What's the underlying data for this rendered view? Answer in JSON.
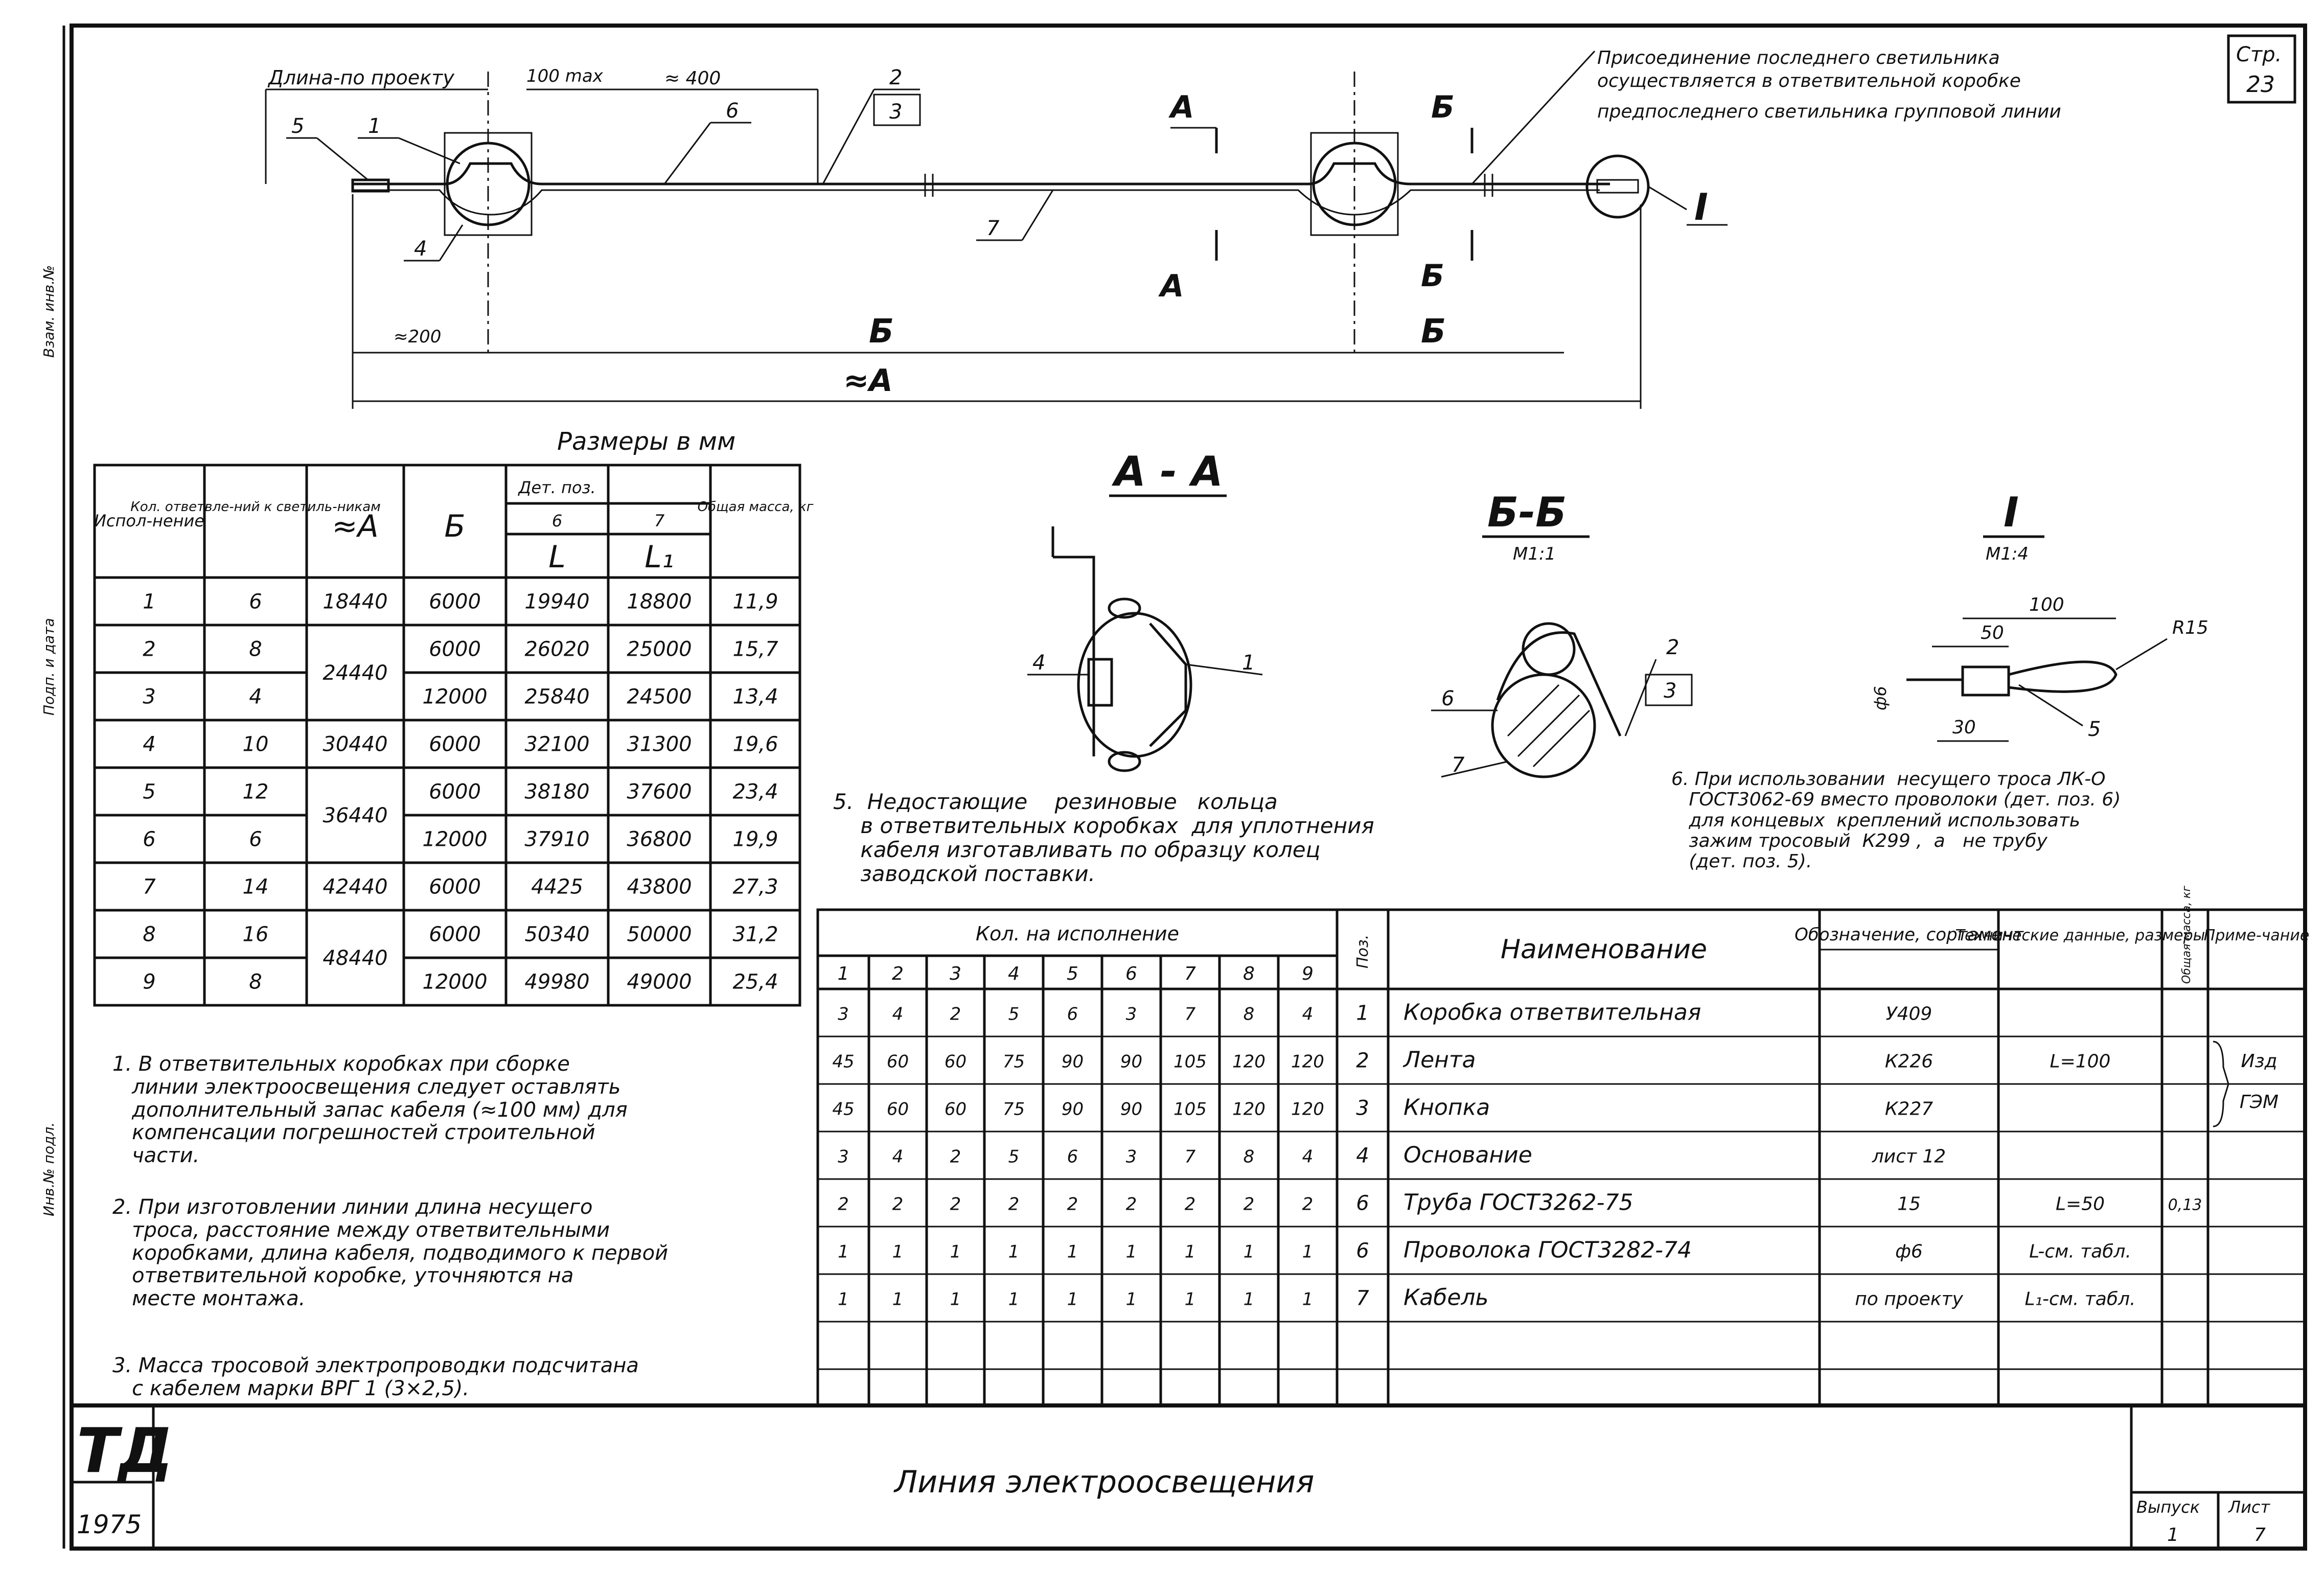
{
  "sheet": {
    "page_label": "Стр.",
    "page_number": "23",
    "title": "Линия   электроосвещения",
    "stamp": "ТД",
    "year": "1975",
    "issue_label": "Выпуск",
    "issue_value": "1",
    "sheet_label": "Лист",
    "sheet_value": "7"
  },
  "side_margin": [
    "Инв.№ подл.",
    "Подп. и дата",
    "Взам. инв.№"
  ],
  "main_view": {
    "label_length": "Длина-по проекту",
    "dim_100max": "100 max",
    "dim_400": "≈ 400",
    "dim_200": "≈200",
    "dim_B": "Б",
    "dim_A": "≈А",
    "section_A": "А",
    "section_B": "Б",
    "detail_I": "I",
    "pos": [
      "5",
      "1",
      "4",
      "2",
      "3",
      "6",
      "7"
    ],
    "note_top": [
      "Присоединение последнего светильника",
      "осуществляется в ответвительной коробке",
      "предпоследнего светильника групповой линии"
    ]
  },
  "sections": {
    "aa_title": "А - А",
    "bb_title": "Б-Б",
    "bb_scale": "М1:1",
    "i_title": "I",
    "i_scale": "М1:4",
    "aa_pos": [
      "4",
      "1"
    ],
    "bb_pos": [
      "6",
      "2",
      "3",
      "7"
    ],
    "i_dims": [
      "100",
      "50",
      "R15",
      "ф6",
      "30",
      "5"
    ]
  },
  "size_table": {
    "caption": "Размеры в мм",
    "headers": [
      "Испол-нение",
      "Кол. ответвле-ний к светиль-никам",
      "≈А",
      "Б",
      "Дет. поз.",
      "6",
      "7",
      "L",
      "L₁",
      "Общая масса, кг"
    ],
    "rows": [
      [
        "1",
        "6",
        "18440",
        "6000",
        "19940",
        "18800",
        "11,9"
      ],
      [
        "2",
        "8",
        "24440",
        "6000",
        "26020",
        "25000",
        "15,7"
      ],
      [
        "3",
        "4",
        "",
        "12000",
        "25840",
        "24500",
        "13,4"
      ],
      [
        "4",
        "10",
        "30440",
        "6000",
        "32100",
        "31300",
        "19,6"
      ],
      [
        "5",
        "12",
        "36440",
        "6000",
        "38180",
        "37600",
        "23,4"
      ],
      [
        "6",
        "6",
        "",
        "12000",
        "37910",
        "36800",
        "19,9"
      ],
      [
        "7",
        "14",
        "42440",
        "6000",
        "4425",
        "43800",
        "27,3"
      ],
      [
        "8",
        "16",
        "48440",
        "6000",
        "50340",
        "50000",
        "31,2"
      ],
      [
        "9",
        "8",
        "",
        "12000",
        "49980",
        "49000",
        "25,4"
      ]
    ]
  },
  "spec_table": {
    "head_qty": "Кол. на исполнение",
    "cols": [
      "1",
      "2",
      "3",
      "4",
      "5",
      "6",
      "7",
      "8",
      "9"
    ],
    "head_pos": "Поз.",
    "head_name": "Наименование",
    "head_mark": "Обозначение, сортамент",
    "head_tech": "Технические данные, размеры",
    "head_mass": "Общая масса, кг",
    "head_note": "Приме-чание",
    "rows": [
      {
        "q": [
          "3",
          "4",
          "2",
          "5",
          "6",
          "3",
          "7",
          "8",
          "4"
        ],
        "pos": "1",
        "name": "Коробка  ответвительная",
        "mark": "У409",
        "tech": "",
        "mass": ""
      },
      {
        "q": [
          "45",
          "60",
          "60",
          "75",
          "90",
          "90",
          "105",
          "120",
          "120"
        ],
        "pos": "2",
        "name": "Лента",
        "mark": "К226",
        "tech": "L=100",
        "mass": ""
      },
      {
        "q": [
          "45",
          "60",
          "60",
          "75",
          "90",
          "90",
          "105",
          "120",
          "120"
        ],
        "pos": "3",
        "name": "Кнопка",
        "mark": "К227",
        "tech": "",
        "mass": ""
      },
      {
        "q": [
          "3",
          "4",
          "2",
          "5",
          "6",
          "3",
          "7",
          "8",
          "4"
        ],
        "pos": "4",
        "name": "Основание",
        "mark": "лист 12",
        "tech": "",
        "mass": ""
      },
      {
        "q": [
          "2",
          "2",
          "2",
          "2",
          "2",
          "2",
          "2",
          "2",
          "2"
        ],
        "pos": "6",
        "name": "Труба ГОСТ3262-75",
        "mark": "15",
        "tech": "L=50",
        "mass": "0,13"
      },
      {
        "q": [
          "1",
          "1",
          "1",
          "1",
          "1",
          "1",
          "1",
          "1",
          "1"
        ],
        "pos": "6",
        "name": "Проволока ГОСТ3282-74",
        "mark": "ф6",
        "tech": "L-см. табл.",
        "mass": ""
      },
      {
        "q": [
          "1",
          "1",
          "1",
          "1",
          "1",
          "1",
          "1",
          "1",
          "1"
        ],
        "pos": "7",
        "name": "Кабель",
        "mark": "по проекту",
        "tech": "L₁-см. табл.",
        "mass": ""
      }
    ],
    "note_rows": [
      "Изд",
      "ГЭМ"
    ]
  },
  "notes": {
    "n1": "1. В ответвительных коробках при сборке\n   линии электроосвещения следует оставлять\n   дополнительный запас кабеля (≈100 мм) для\n   компенсации погрешностей строительной\n   части.",
    "n2": "2. При изготовлении линии длина несущего\n   троса, расстояние между ответвительными\n   коробками, длина кабеля, подводимого к первой\n   ответвительной коробке, уточняются на\n   месте монтажа.",
    "n3": "3. Масса тросовой электропроводки подсчитана\n   с кабелем марки ВРГ 1 (3×2,5).",
    "n5": "5.  Недостающие    резиновые   кольца\n    в ответвительных коробках  для уплотнения\n    кабеля изготавливать по образцу колец\n    заводской поставки.",
    "n6": "6. При использовании  несущего троса ЛК-О\n   ГОСТ3062-69 вместо проволоки (дет. поз. 6)\n   для концевых  креплений использовать\n   зажим тросовый  К299 ,  а   не трубу\n   (дет. поз. 5)."
  }
}
